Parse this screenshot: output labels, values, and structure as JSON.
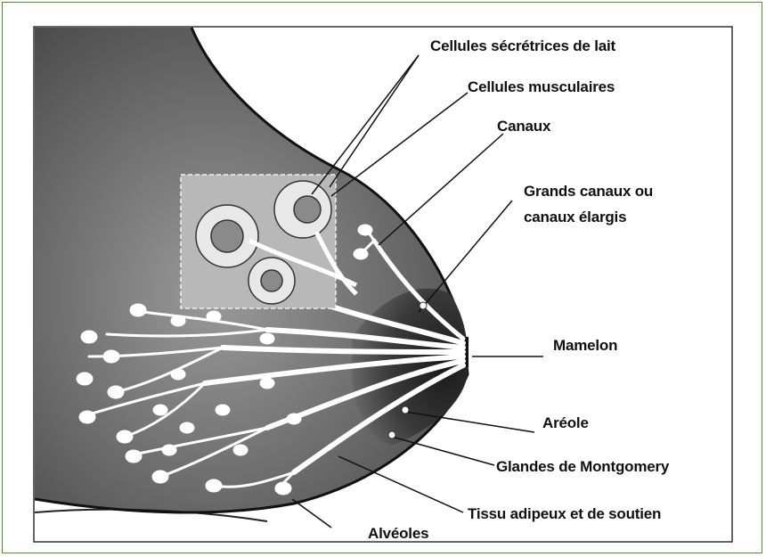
{
  "diagram": {
    "labels": {
      "milk_secreting_cells": "Cellules sécrétrices de lait",
      "muscle_cells": "Cellules musculaires",
      "ducts": "Canaux",
      "large_ducts": "Grands canaux ou",
      "large_ducts_line2": "canaux élargis",
      "nipple": "Mamelon",
      "areola": "Aréole",
      "montgomery_glands": "Glandes de Montgomery",
      "adipose_tissue": "Tissu adipeux et de soutien",
      "alveoli": "Alvéoles"
    }
  }
}
